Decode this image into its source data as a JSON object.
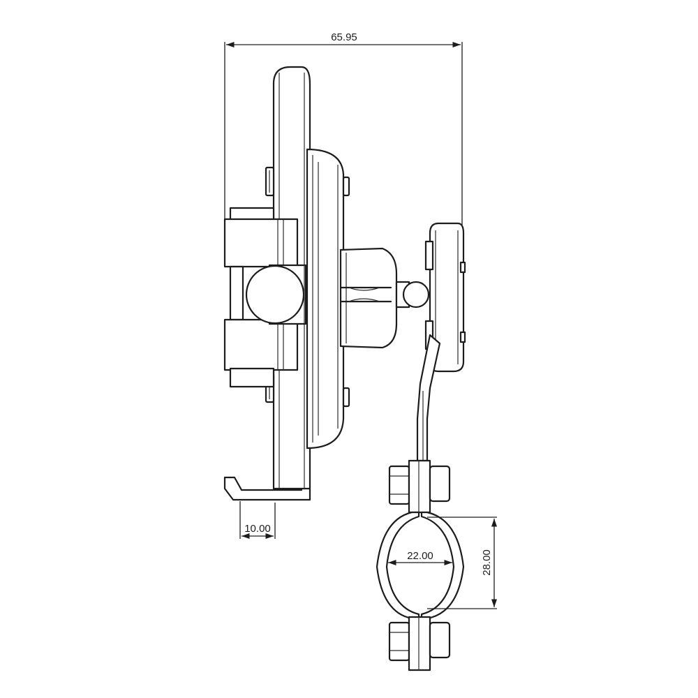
{
  "drawing": {
    "dimensions": {
      "overall_width": "65.95",
      "hook_width": "10.00",
      "clamp_inner_width": "22.00",
      "clamp_height": "28.00"
    }
  }
}
